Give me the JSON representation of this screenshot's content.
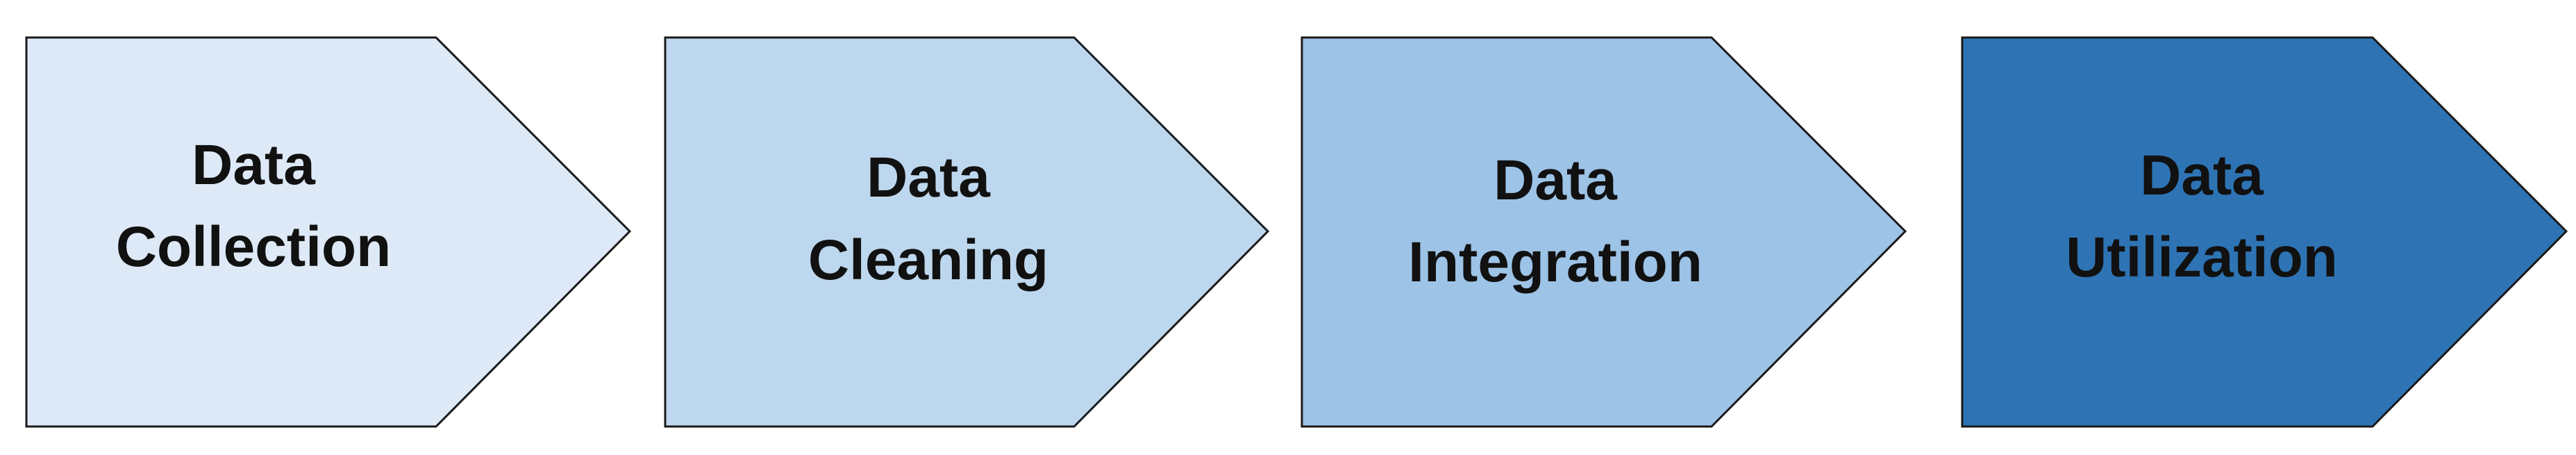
{
  "steps": [
    {
      "line1": "Data",
      "line2": "Collection",
      "fill": "#DDE9F6"
    },
    {
      "line1": "Data",
      "line2": "Cleaning",
      "fill": "#BDD7EE"
    },
    {
      "line1": "Data",
      "line2": "Integration",
      "fill": "#9DC3E6"
    },
    {
      "line1": "Data",
      "line2": "Utilization",
      "fill": "#2E74B5"
    }
  ]
}
